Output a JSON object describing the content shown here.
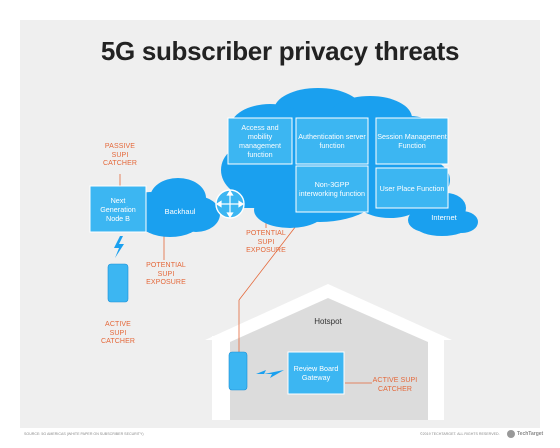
{
  "title": "5G subscriber privacy threats",
  "core_functions": [
    {
      "id": "amf",
      "label": "Access and mobility management function"
    },
    {
      "id": "ausf",
      "label": "Authentication server function"
    },
    {
      "id": "smf",
      "label": "Session Management Function"
    },
    {
      "id": "n3iwf",
      "label": "Non-3GPP interworking function"
    },
    {
      "id": "upf",
      "label": "User Place Function"
    }
  ],
  "nodes": {
    "gnb": "Next Generation Node B",
    "backhaul": "Backhaul",
    "internet": "Internet",
    "hotspot": "Hotspot",
    "gateway": "Review Board Gateway"
  },
  "threat_labels": {
    "passive_catcher": "PASSIVE SUPI CATCHER",
    "potential_exposure_backhaul": "POTENTIAL SUPI EXPOSURE",
    "potential_exposure_core": "POTENTIAL SUPI EXPOSURE",
    "active_catcher_phone": "ACTIVE SUPI CATCHER",
    "active_catcher_hotspot": "ACTIVE SUPI CATCHER"
  },
  "colors": {
    "cloud_blue": "#1aa0ef",
    "box_blue": "#3cb6f2",
    "orange": "#e4683a",
    "house_gray": "#d9d9d9",
    "panel_gray": "#efefef"
  },
  "footer": {
    "source": "SOURCE: 5G AMERICAS (WHITE PAPER ON SUBSCRIBER SECURITY)",
    "copyright": "©2019 TECHTARGET. ALL RIGHTS RESERVED.",
    "brand": "TechTarget"
  }
}
